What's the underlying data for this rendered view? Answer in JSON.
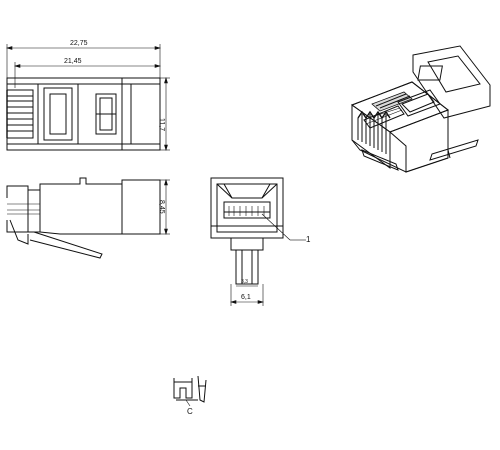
{
  "dimensions": {
    "total_length": "22,75",
    "body_length": "21,45",
    "width": "11,7",
    "height": "8,45",
    "front_width": "6,1",
    "pin_pitch": "3,3"
  },
  "callouts": {
    "part_1": "1",
    "detail_c": "C"
  },
  "colors": {
    "line": "#111111",
    "background": "#ffffff"
  }
}
